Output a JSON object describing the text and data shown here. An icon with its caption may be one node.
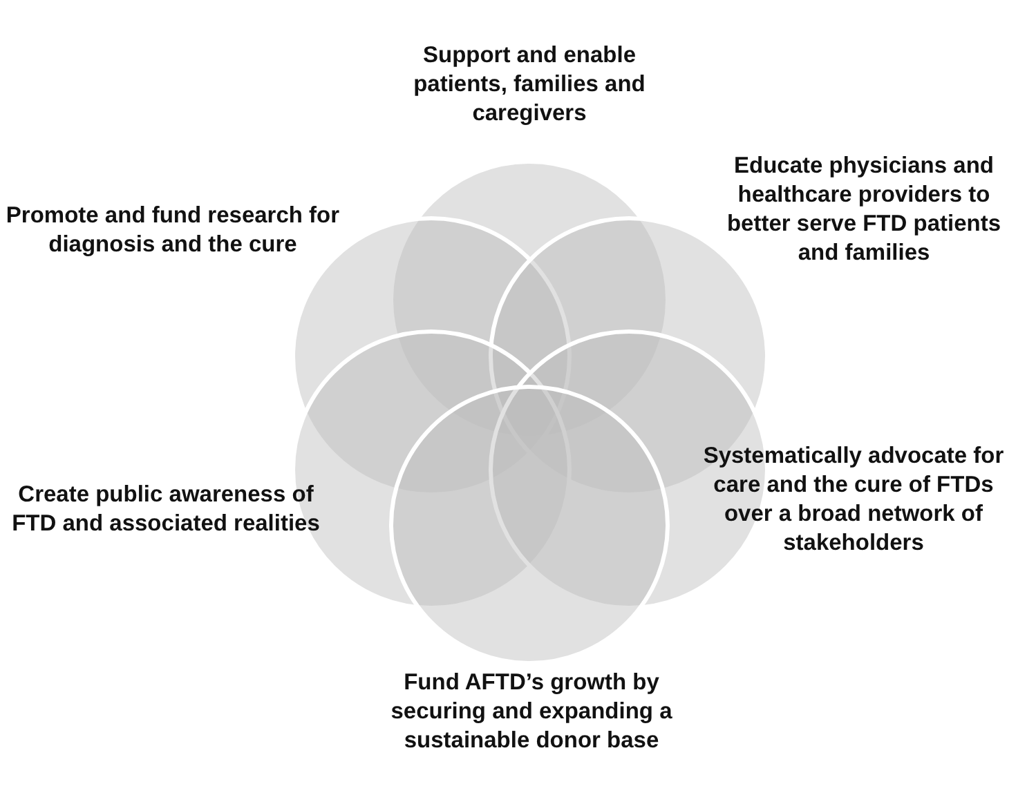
{
  "diagram": {
    "nodes": [
      {
        "text": [],
        "shape": "circle",
        "beside": [
          "Support and enable patients, families and caregivers"
        ]
      },
      {
        "text": [],
        "shape": "circle",
        "beside": [
          "Promote and fund research for diagnosis and the cure"
        ]
      },
      {
        "text": [],
        "shape": "circle",
        "beside": [
          "Educate physicians and healthcare providers to better serve FTD patients and families"
        ]
      },
      {
        "text": [],
        "shape": "circle",
        "beside": [
          "Create public awareness of FTD and associated realities"
        ]
      },
      {
        "text": [],
        "shape": "circle",
        "beside": [
          "Systematically advocate for care and the cure of FTDs over a broad network of stakeholders"
        ]
      },
      {
        "text": [],
        "shape": "circle",
        "beside": [
          "Fund AFTD’s growth by securing and expanding a sustainable donor base"
        ]
      }
    ]
  }
}
